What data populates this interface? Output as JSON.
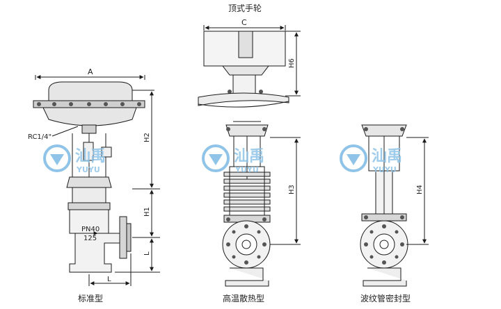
{
  "top_title": "顶式手轮",
  "dims": {
    "A": "A",
    "C": "C",
    "H1": "H1",
    "H2": "H2",
    "H3": "H3",
    "H4": "H4",
    "H6": "H6",
    "L": "L",
    "L2": "L"
  },
  "port_label": "RC1/4\"",
  "nameplate": {
    "pressure": "PN40",
    "size": "125"
  },
  "watermark": {
    "cn": "汕禹",
    "en": "YUYU"
  },
  "captions": {
    "standard": "标准型",
    "high_temp": "高温散热型",
    "bellows": "波纹管密封型"
  },
  "colors": {
    "line": "#1a1a1a",
    "fill": "#d8d8d8",
    "watermark": "#8fc4e8"
  }
}
